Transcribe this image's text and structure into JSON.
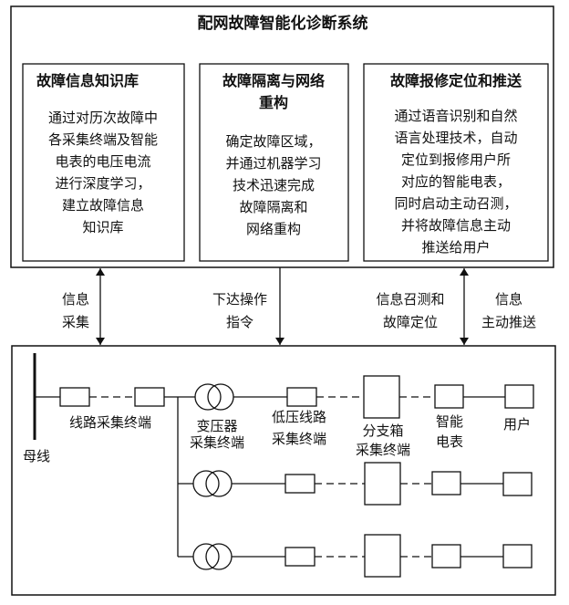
{
  "system": {
    "title": "配网故障智能化诊断系统",
    "panels": [
      {
        "title": [
          "故障信息知识库"
        ],
        "body": [
          "通过对历次故障中",
          "各采集终端及智能",
          "电表的电压电流",
          "进行深度学习，",
          "建立故障信息",
          "知识库"
        ]
      },
      {
        "title": [
          "故障隔离与网络",
          "重构"
        ],
        "body": [
          "确定故障区域，",
          "并通过机器学习",
          "技术迅速完成",
          "故障隔离和",
          "网络重构"
        ]
      },
      {
        "title": [
          "故障报修定位和推送"
        ],
        "body": [
          "通过语音识别和自然",
          "语言处理技术，自动",
          "定位到报修用户所",
          "对应的智能电表，",
          "同时启动主动召测，",
          "并将故障信息主动",
          "推送给用户"
        ]
      }
    ]
  },
  "links": [
    [
      "信息",
      "采集"
    ],
    [
      "下达操作",
      "指令"
    ],
    [
      "信息召测和",
      "故障定位"
    ],
    [
      "信息",
      "主动推送"
    ]
  ],
  "network": {
    "bus": "母线",
    "line_terminal": "线路采集终端",
    "transformer_terminal": [
      "变压器",
      "采集终端"
    ],
    "lv_line_terminal": [
      "低压线路",
      "采集终端"
    ],
    "branch_box_terminal": [
      "分支箱",
      "采集终端"
    ],
    "smart_meter": [
      "智能",
      "电表"
    ],
    "user": "用户"
  }
}
